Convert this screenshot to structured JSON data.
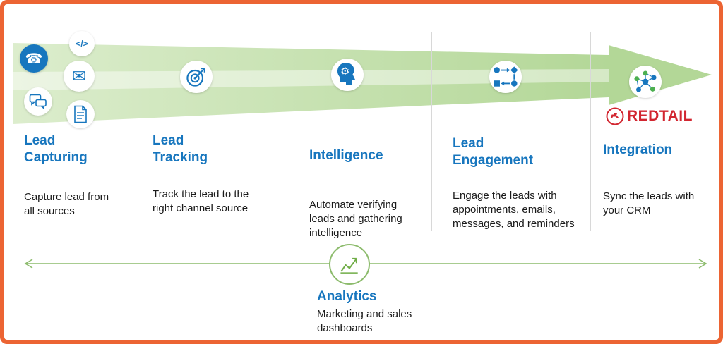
{
  "stages": [
    {
      "title": "Lead Capturing",
      "description": "Capture lead from all sources",
      "icons": [
        "phone-icon",
        "code-icon",
        "envelope-icon",
        "chat-icon",
        "document-icon"
      ]
    },
    {
      "title": "Lead Tracking",
      "description": "Track the lead to the right channel source",
      "icons": [
        "target-icon"
      ]
    },
    {
      "title": "Intelligence",
      "description": "Automate verifying leads and gathering intelligence",
      "icons": [
        "head-gears-icon"
      ]
    },
    {
      "title": "Lead Engagement",
      "description": "Engage the leads with appointments, emails, messages, and reminders",
      "icons": [
        "workflow-icon"
      ]
    },
    {
      "title": "Integration",
      "description": "Sync the leads with your CRM",
      "icons": [
        "network-icon"
      ],
      "brand": "REDTAIL"
    }
  ],
  "analytics": {
    "title": "Analytics",
    "description": "Marketing and sales dashboards"
  },
  "colors": {
    "border_orange": "#EC6433",
    "accent_blue": "#1776BE",
    "band_green": "#C2DFAC",
    "arrow_green": "#8CBB6C",
    "brand_red": "#D22630"
  }
}
